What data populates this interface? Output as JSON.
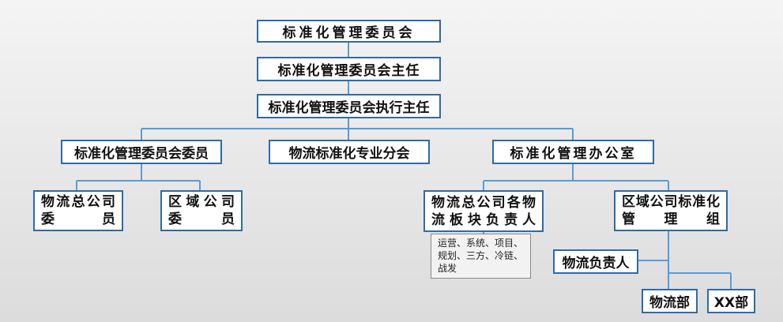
{
  "org_chart": {
    "committee": "标准化管理委员会",
    "director": "标准化管理委员会主任",
    "executive_director": "标准化管理委员会执行主任",
    "members": "标准化管理委员会委员",
    "logistics_subcommittee": "物流标准化专业分会",
    "office": "标准化管理办公室",
    "hq_member_line1": "物流总公司",
    "hq_member_line2": "委员",
    "regional_member_line1": "区域公司",
    "regional_member_line2": "委员",
    "hq_heads_line1": "物流总公司各物",
    "hq_heads_line2": "流板块负责人",
    "hq_heads_note": "运营、系统、项目、\n规划、三方、冷链、\n战发",
    "regional_group_line1": "区域公司标准化",
    "regional_group_line2": "管理组",
    "logistics_head": "物流负责人",
    "logistics_dept": "物流部",
    "xx_dept": "XX部"
  },
  "colors": {
    "box_border": "#2f6aa8",
    "connector": "#5b9bd5"
  }
}
